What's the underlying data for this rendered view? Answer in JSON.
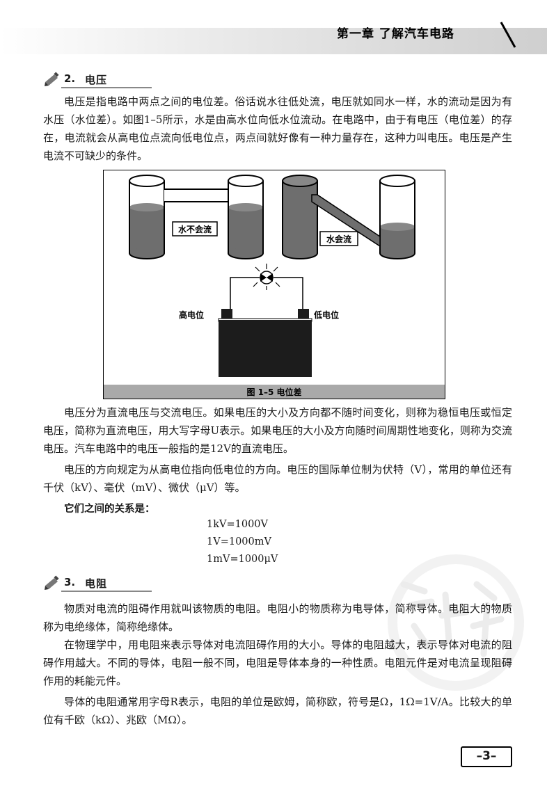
{
  "header": {
    "chapter_title": "第一章  了解汽车电路"
  },
  "section_voltage": {
    "number": "2.",
    "title": "电压",
    "p1": "电压是指电路中两点之间的电位差。俗话说水往低处流，电压就如同水一样，水的流动是因为有水压（水位差）。如图1–5所示，水是由高水位向低水位流动。在电路中，由于有电压（电位差）的存在，电流就会从高电位点流向低电位点，两点间就好像有一种力量存在，这种力叫电压。电压是产生电流不可缺少的条件。",
    "figure": {
      "label_no_flow": "水不会流",
      "label_flow": "水会流",
      "label_high": "高电位",
      "label_low": "低电位",
      "caption": "图 1–5    电位差"
    },
    "p2": "电压分为直流电压与交流电压。如果电压的大小及方向都不随时间变化，则称为稳恒电压或恒定电压，简称为直流电压，用大写字母U表示。如果电压的大小及方向随时间周期性地变化，则称为交流电压。汽车电路中的电压一般指的是12V的直流电压。",
    "p3": "电压的方向规定为从高电位指向低电位的方向。电压的国际单位制为伏特（V），常用的单位还有千伏（kV）、毫伏（mV）、微伏（μV）等。",
    "relation_label": "它们之间的关系是：",
    "equations": [
      "1kV=1000V",
      "1V=1000mV",
      "1mV=1000μV"
    ]
  },
  "section_resistance": {
    "number": "3.",
    "title": "电阻",
    "p1": "物质对电流的阻碍作用就叫该物质的电阻。电阻小的物质称为电导体，简称导体。电阻大的物质称为电绝缘体，简称绝缘体。",
    "p2": "在物理学中，用电阻来表示导体对电流阻碍作用的大小。导体的电阻越大，表示导体对电流的阻碍作用越大。不同的导体，电阻一般不同，电阻是导体本身的一种性质。电阻元件是对电流呈现阻碍作用的耗能元件。",
    "p3": "导体的电阻通常用字母R表示，电阻的单位是欧姆，简称欧，符号是Ω，1Ω=1V/A。比较大的单位有千欧（kΩ）、兆欧（MΩ）。"
  },
  "footer": {
    "page_number": "–3–"
  },
  "colors": {
    "water": "#6e6e6e",
    "battery": "#1c1c1c",
    "caption_band": "#a9a9a9",
    "header_band": "#cfcfcf"
  }
}
